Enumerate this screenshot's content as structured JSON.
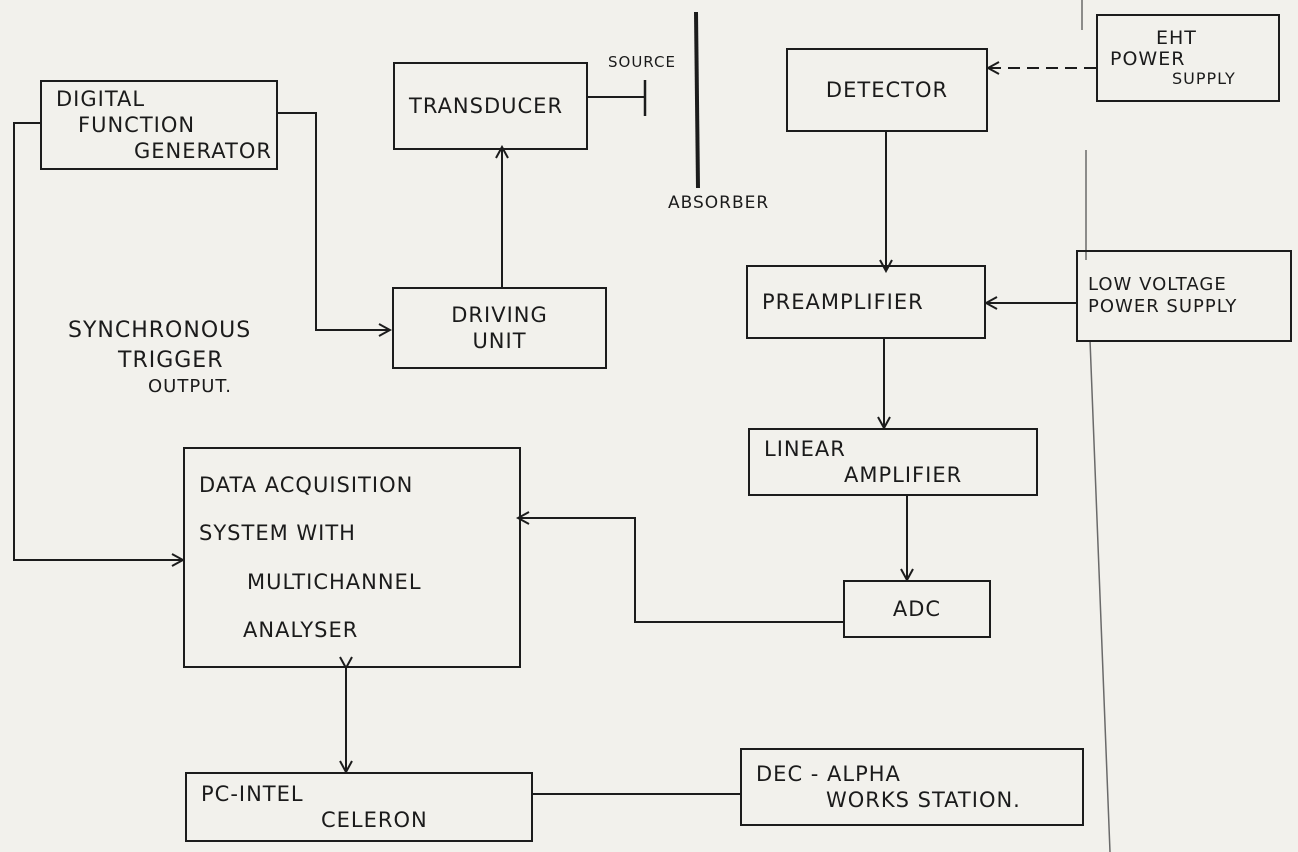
{
  "diagram": {
    "boxes": {
      "function_generator": [
        "DIGITAL",
        "FUNCTION",
        "GENERATOR"
      ],
      "transducer": [
        "TRANSDUCER"
      ],
      "driving_unit": [
        "DRIVING",
        "UNIT"
      ],
      "detector": [
        "DETECTOR"
      ],
      "eht_supply": [
        "EHT",
        "POWER",
        "SUPPLY"
      ],
      "preamplifier": [
        "PREAMPLIFIER"
      ],
      "low_voltage_supply": [
        "LOW VOLTAGE",
        "POWER SUPPLY"
      ],
      "linear_amplifier": [
        "LINEAR",
        "AMPLIFIER"
      ],
      "adc": [
        "ADC"
      ],
      "daq": [
        "DATA ACQUISITION",
        "SYSTEM WITH",
        "MULTICHANNEL",
        "ANALYSER"
      ],
      "pc": [
        "PC-INTEL",
        "CELERON"
      ],
      "workstation": [
        "DEC - ALPHA",
        "WORKS STATION."
      ]
    },
    "labels": {
      "source": "SOURCE",
      "absorber": "ABSORBER",
      "trigger": [
        "SYNCHRONOUS",
        "TRIGGER",
        "OUTPUT."
      ]
    }
  }
}
